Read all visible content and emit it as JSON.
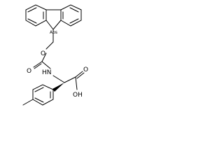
{
  "molecule": {
    "labels": {
      "abs": "Abs",
      "o_ester": "O",
      "o_carbonyl": "O",
      "nh": "HN",
      "o_acid": "O",
      "oh": "OH"
    }
  }
}
